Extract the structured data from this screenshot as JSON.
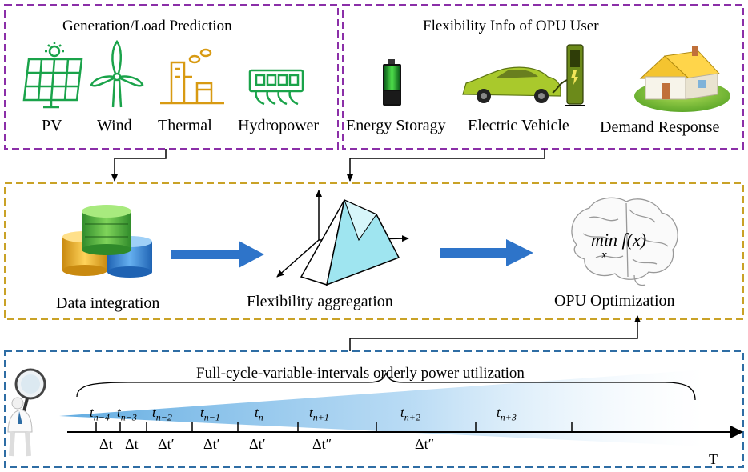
{
  "panels": {
    "prediction": {
      "title": "Generation/Load Prediction",
      "items": [
        {
          "label": "PV",
          "icon": "solar-panel-icon"
        },
        {
          "label": "Wind",
          "icon": "wind-turbine-icon"
        },
        {
          "label": "Thermal",
          "icon": "thermal-plant-icon"
        },
        {
          "label": "Hydropower",
          "icon": "hydropower-icon"
        }
      ],
      "border_color": "#8b2fa8",
      "icon_color_green": "#1aa34a",
      "icon_color_orange": "#d89a12"
    },
    "flexibility": {
      "title": "Flexibility Info of  OPU User",
      "items": [
        {
          "label": "Energy Storagy",
          "icon": "battery-icon"
        },
        {
          "label": "Electric Vehicle",
          "icon": "electric-car-icon"
        },
        {
          "label": "Demand Response",
          "icon": "house-icon"
        }
      ],
      "border_color": "#8b2fa8"
    }
  },
  "process": {
    "border_color": "#c9a227",
    "steps": [
      {
        "label": "Data integration",
        "icon": "database-stack-icon"
      },
      {
        "label": "Flexibility aggregation",
        "icon": "polytope-icon"
      },
      {
        "label": "OPU Optimization",
        "icon": "brain-icon"
      }
    ],
    "formula": {
      "main": "min f(x)",
      "sub": "x"
    },
    "arrow_color": "#2e74c9"
  },
  "timeline": {
    "border_color": "#2e6da4",
    "title": "Full-cycle-variable-intervals orderly power utilization",
    "axis_label": "T",
    "ticks": [
      {
        "base": "t",
        "sub": "n−4"
      },
      {
        "base": "t",
        "sub": "n−3"
      },
      {
        "base": "t",
        "sub": "n−2"
      },
      {
        "base": "t",
        "sub": "n−1"
      },
      {
        "base": "t",
        "sub": "n"
      },
      {
        "base": "t",
        "sub": "n+1"
      },
      {
        "base": "t",
        "sub": "n+2"
      },
      {
        "base": "t",
        "sub": "n+3"
      }
    ],
    "intervals": [
      "Δt",
      "Δt",
      "Δt′",
      "Δt′",
      "Δt′",
      "Δt″",
      "Δt″"
    ],
    "wedge_color": "#8fc3ea",
    "magnifier_icon": "magnifier-person-icon"
  }
}
